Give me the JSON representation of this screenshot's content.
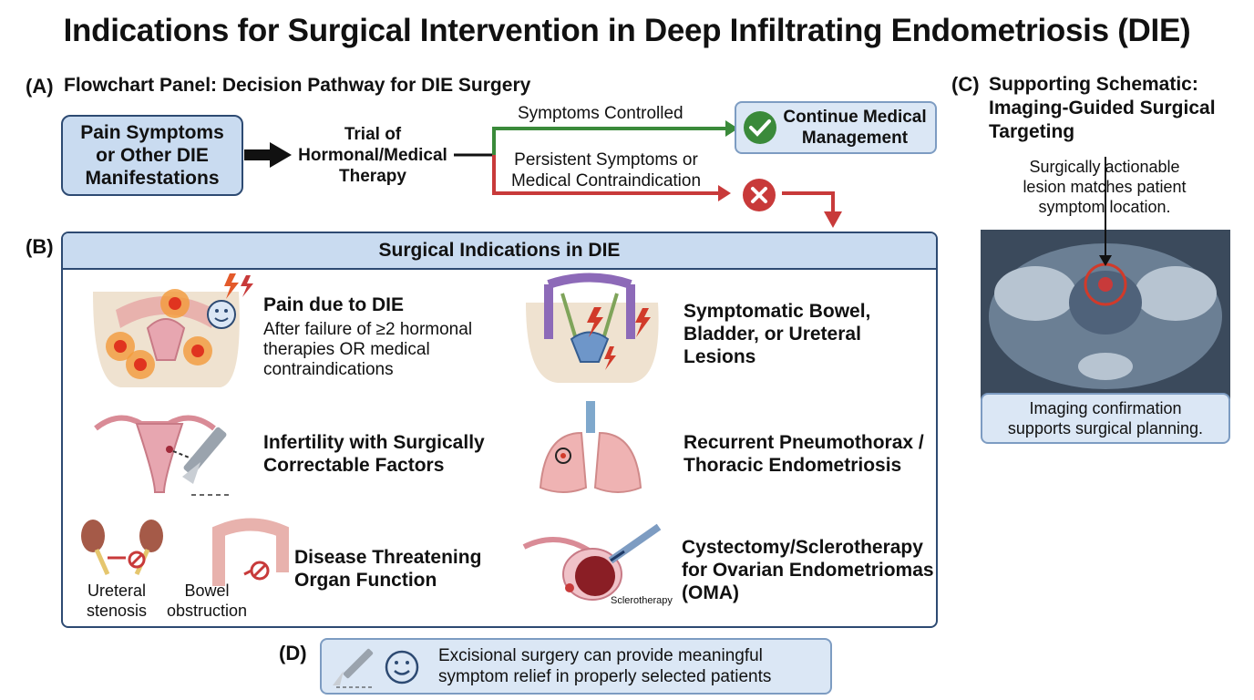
{
  "title": "Indications for Surgical Intervention in Deep Infiltrating Endometriosis (DIE)",
  "panel_a": {
    "label": "(A)",
    "heading": "Flowchart Panel: Decision Pathway for DIE Surgery",
    "start_box": [
      "Pain Symptoms",
      "or Other DIE",
      "Manifestations"
    ],
    "trial": [
      "Trial of",
      "Hormonal/Medical",
      "Therapy"
    ],
    "controlled_label": "Symptoms Controlled",
    "continue_box": [
      "Continue Medical",
      "Management"
    ],
    "persistent_label": [
      "Persistent Symptoms or",
      "Medical Contraindication"
    ],
    "colors": {
      "green": "#3a8a3a",
      "red": "#c83a3a",
      "box_fill": "#c9dbf0",
      "border": "#2d4a72"
    }
  },
  "panel_b": {
    "label": "(B)",
    "header": "Surgical Indications in DIE",
    "pain": {
      "title": "Pain due to DIE",
      "sub": [
        "After failure of ≥2 hormonal",
        "therapies OR medical",
        "contraindications"
      ]
    },
    "bowel": {
      "title": [
        "Symptomatic Bowel,",
        "Bladder, or Ureteral",
        "Lesions"
      ]
    },
    "infertility": {
      "title": [
        "Infertility with Surgically",
        "Correctable Factors"
      ]
    },
    "thoracic": {
      "title": [
        "Recurrent Pneumothorax /",
        "Thoracic Endometriosis"
      ]
    },
    "threat": {
      "title": [
        "Disease Threatening",
        "Organ Function"
      ],
      "ureteral": [
        "Ureteral",
        "stenosis"
      ],
      "bowel_obs": [
        "Bowel",
        "obstruction"
      ]
    },
    "oma": {
      "title": [
        "Cystectomy/Sclerotherapy",
        "for Ovarian Endometriomas",
        "(OMA)"
      ],
      "sclero_label": "Sclerotherapy"
    }
  },
  "panel_c": {
    "label": "(C)",
    "heading": [
      "Supporting Schematic:",
      "Imaging-Guided Surgical",
      "Targeting"
    ],
    "caption_top": [
      "Surgically actionable",
      "lesion matches patient",
      "symptom location."
    ],
    "caption_bottom": [
      "Imaging confirmation",
      "supports surgical planning."
    ]
  },
  "panel_d": {
    "label": "(D)",
    "text": [
      "Excisional surgery can provide meaningful",
      "symptom relief in properly selected patients"
    ]
  },
  "icons": [
    "pain-burst-icon",
    "smiley-icon",
    "lightning-icon",
    "check-icon",
    "x-icon",
    "scalpel-icon",
    "syringe-icon",
    "lungs-icon",
    "kidney-icon",
    "colon-icon",
    "uterus-icon",
    "no-entry-icon"
  ]
}
